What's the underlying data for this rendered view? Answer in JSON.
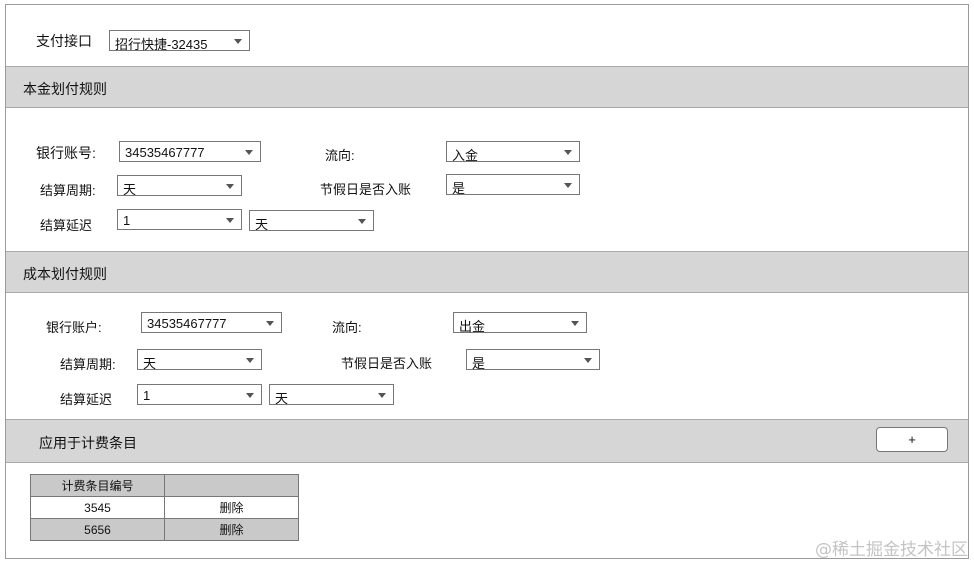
{
  "payment": {
    "label": "支付接口",
    "selected": "招行快捷-32435"
  },
  "principal": {
    "title": "本金划付规则",
    "account_label": "银行账号:",
    "account_value": "34535467777",
    "direction_label": "流向:",
    "direction_value": "入金",
    "cycle_label": "结算周期:",
    "cycle_value": "天",
    "holiday_label": "节假日是否入账",
    "holiday_value": "是",
    "delay_label": "结算延迟",
    "delay_value": "1",
    "delay_unit": "天"
  },
  "cost": {
    "title": "成本划付规则",
    "account_label": "银行账户:",
    "account_value": "34535467777",
    "direction_label": "流向:",
    "direction_value": "出金",
    "cycle_label": "结算周期:",
    "cycle_value": "天",
    "holiday_label": "节假日是否入账",
    "holiday_value": "是",
    "delay_label": "结算延迟",
    "delay_value": "1",
    "delay_unit": "天"
  },
  "billing": {
    "title": "应用于计费条目",
    "add_label": "+",
    "table": {
      "headers": [
        "计费条目编号",
        ""
      ],
      "rows": [
        {
          "id": "3545",
          "action": "删除"
        },
        {
          "id": "5656",
          "action": "删除"
        }
      ]
    }
  },
  "watermark": "@稀土掘金技术社区"
}
